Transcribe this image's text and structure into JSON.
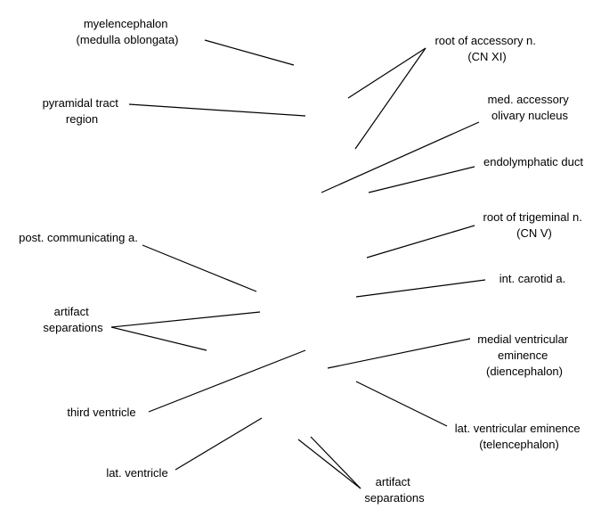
{
  "labels": {
    "myelencephalon": [
      "myelencephalon",
      "(medulla oblongata)"
    ],
    "pyramidal_tract": [
      "pyramidal tract",
      "region"
    ],
    "post_communicating": [
      "post. communicating a."
    ],
    "artifact_separations_left": [
      "artifact",
      "separations"
    ],
    "third_ventricle": [
      "third ventricle"
    ],
    "lat_ventricle": [
      "lat. ventricle"
    ],
    "root_accessory": [
      "root of accessory n.",
      "(CN XI)"
    ],
    "med_accessory_olivary": [
      "med. accessory",
      "olivary nucleus"
    ],
    "endolymphatic_duct": [
      "endolymphatic duct"
    ],
    "root_trigeminal": [
      "root of trigeminal n.",
      "(CN V)"
    ],
    "int_carotid": [
      "int. carotid a."
    ],
    "medial_ventricular_eminence": [
      "medial ventricular",
      "eminence",
      "(diencephalon)"
    ],
    "lat_ventricular_eminence": [
      "lat. ventricular eminence",
      "(telencephalon)"
    ],
    "artifact_separations_bottom": [
      "artifact",
      "separations"
    ]
  },
  "colors": {
    "background": "#ffffff",
    "ink": "#000000"
  }
}
